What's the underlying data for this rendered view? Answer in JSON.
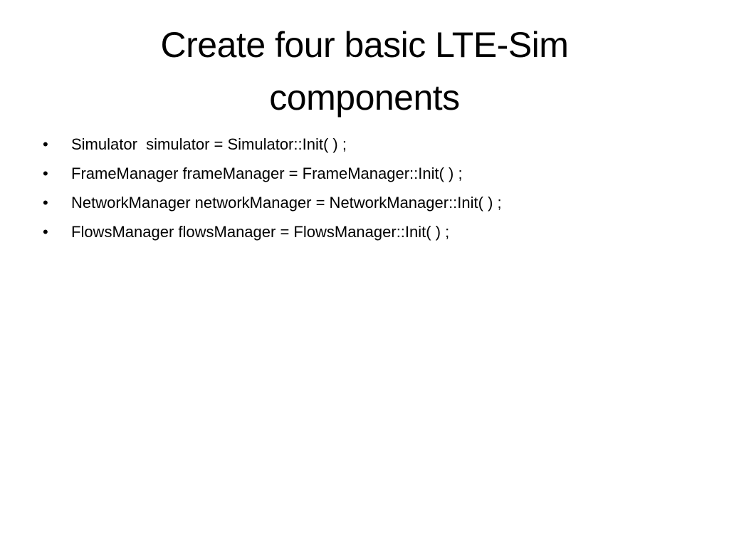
{
  "slide": {
    "title": "Create four basic LTE-Sim\ncomponents",
    "bullet_glyph": "•",
    "items": [
      {
        "text": "Simulator  simulator = Simulator::Init( ) ;"
      },
      {
        "text": "FrameManager frameManager = FrameManager::Init( ) ;"
      },
      {
        "text": "NetworkManager networkManager = NetworkManager::Init( ) ;"
      },
      {
        "text": "FlowsManager flowsManager = FlowsManager::Init( ) ;"
      }
    ]
  }
}
